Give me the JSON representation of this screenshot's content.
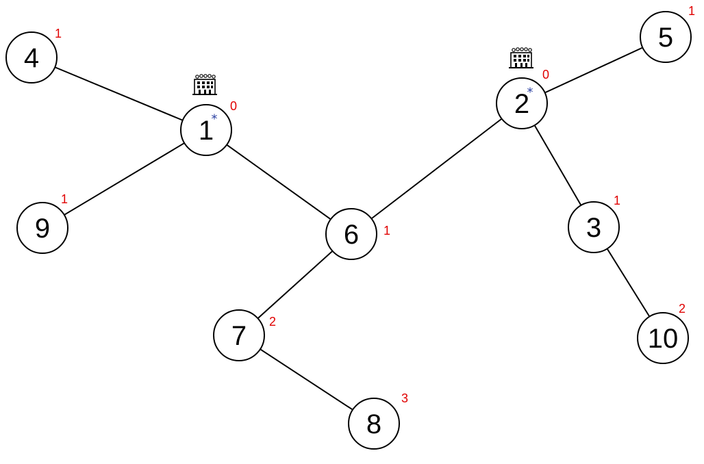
{
  "colors": {
    "distance": "#e00000",
    "source_mark": "#2a3fa0",
    "stroke": "#000000"
  },
  "source_mark_symbol": "*",
  "source_icon": "hospital-building-icon",
  "nodes": [
    {
      "id": "1",
      "label": "1",
      "distance": "0",
      "source": true
    },
    {
      "id": "2",
      "label": "2",
      "distance": "0",
      "source": true
    },
    {
      "id": "3",
      "label": "3",
      "distance": "1",
      "source": false
    },
    {
      "id": "4",
      "label": "4",
      "distance": "1",
      "source": false
    },
    {
      "id": "5",
      "label": "5",
      "distance": "1",
      "source": false
    },
    {
      "id": "6",
      "label": "6",
      "distance": "1",
      "source": false
    },
    {
      "id": "7",
      "label": "7",
      "distance": "2",
      "source": false
    },
    {
      "id": "8",
      "label": "8",
      "distance": "3",
      "source": false
    },
    {
      "id": "9",
      "label": "9",
      "distance": "1",
      "source": false
    },
    {
      "id": "10",
      "label": "10",
      "distance": "2",
      "source": false
    }
  ],
  "edges": [
    [
      "4",
      "1"
    ],
    [
      "1",
      "9"
    ],
    [
      "1",
      "6"
    ],
    [
      "6",
      "2"
    ],
    [
      "6",
      "7"
    ],
    [
      "7",
      "8"
    ],
    [
      "2",
      "5"
    ],
    [
      "2",
      "3"
    ],
    [
      "3",
      "10"
    ]
  ]
}
